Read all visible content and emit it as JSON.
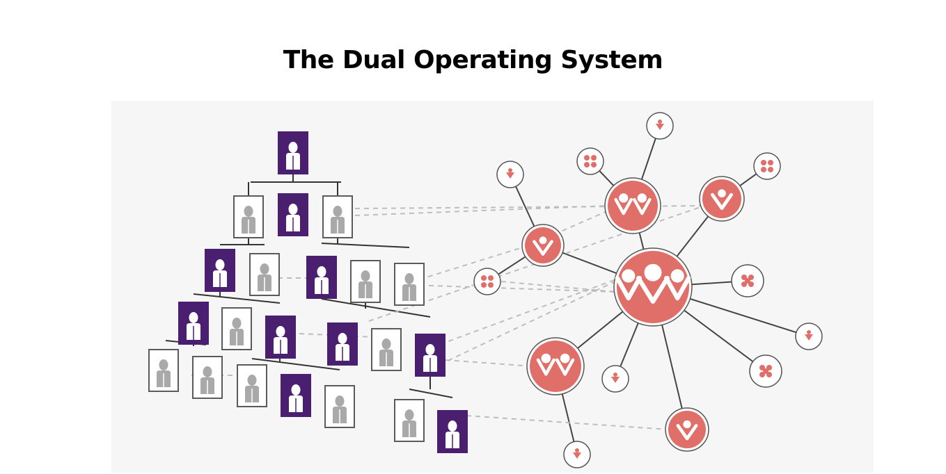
{
  "title": "The Dual Operating System",
  "colors": {
    "background": "#ffffff",
    "panel": "#f6f6f6",
    "purple": "#4b1f6f",
    "gray_icon": "#a9a9a9",
    "box_border": "#5a5a5a",
    "network_red": "#e06e69",
    "network_red_stroke": "#b04a46",
    "line": "#7a7a7a",
    "dashed": "#bdbdbd"
  },
  "icons": {
    "hierarchy_box": "person-icon",
    "network_hub": "team-icon",
    "network_leaf": "small-team-icon"
  },
  "diagram": {
    "hierarchy": {
      "label": "",
      "rows": [
        [
          "filled"
        ],
        [
          "outline",
          "filled",
          "outline"
        ],
        [
          "filled",
          "outline",
          "filled",
          "outline",
          "outline"
        ],
        [
          "filled",
          "outline",
          "filled",
          "filled",
          "outline",
          "filled"
        ],
        [
          "outline",
          "outline",
          "outline",
          "filled",
          "outline",
          "outline",
          "filled"
        ]
      ]
    },
    "network": {
      "label": "",
      "hubs": 5,
      "leaves": 11
    }
  }
}
